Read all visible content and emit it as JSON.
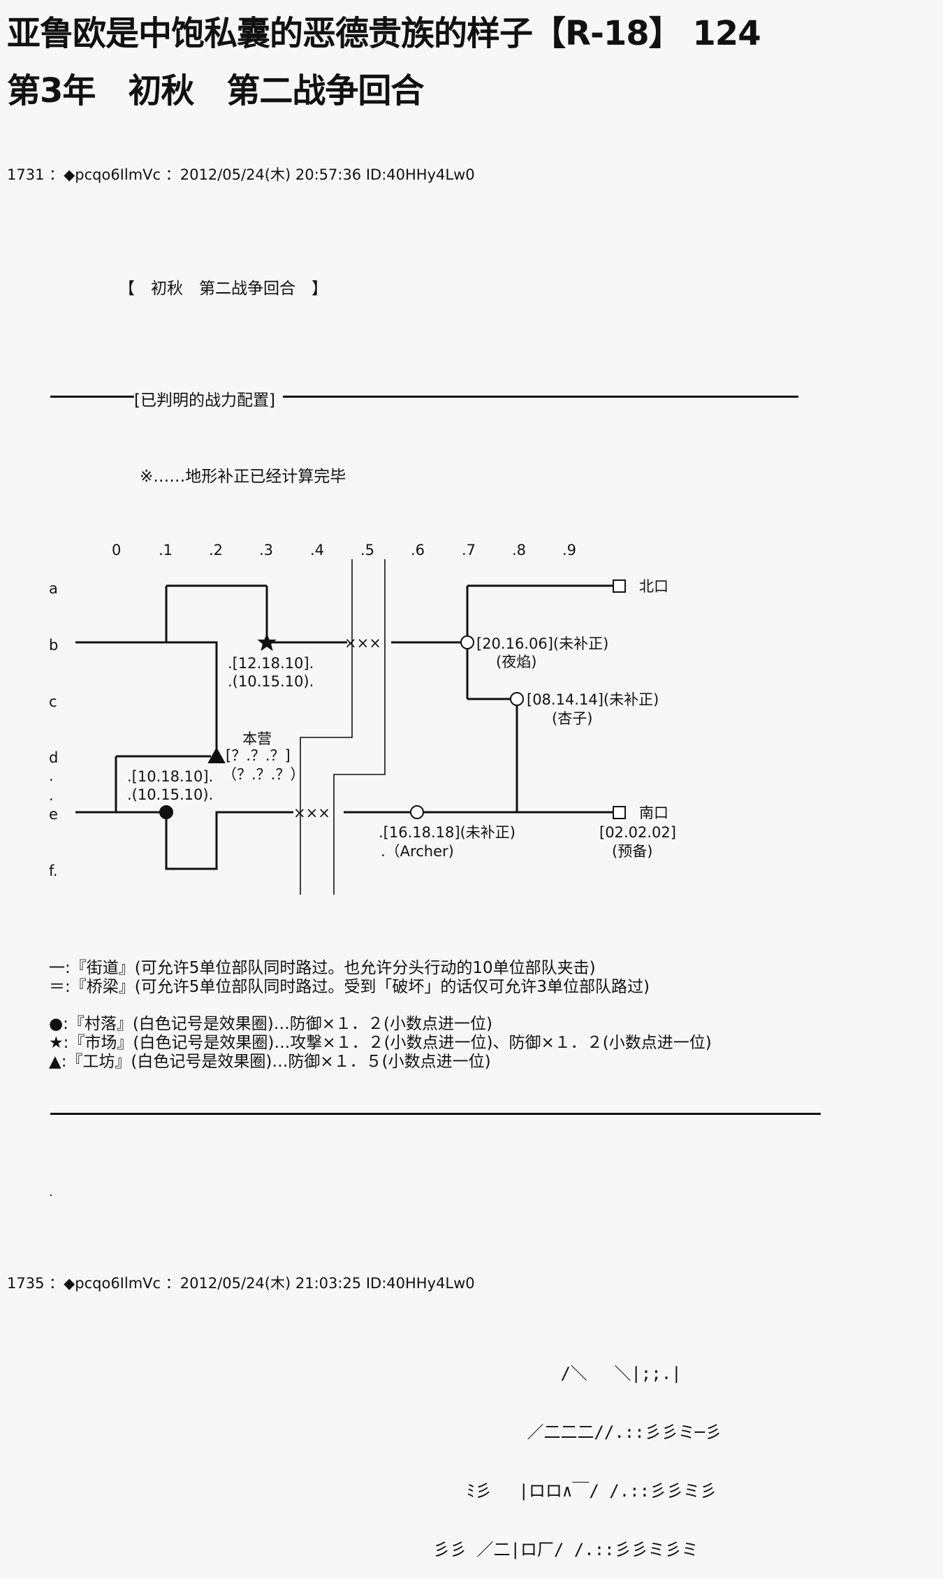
{
  "header": {
    "title": "亚鲁欧是中饱私囊的恶德贵族的样子【R-18】 124",
    "subtitle": "第3年　初秋　第二战争回合"
  },
  "posts": [
    {
      "header": "1731 ：◆pcqo6IlmVc ：2012/05/24(木) 20:57:36 ID:40HHy4Lw0"
    },
    {
      "header": "1735 ：◆pcqo6IlmVc ：2012/05/24(木) 21:03:25 ID:40HHy4Lw0"
    }
  ],
  "section_title": "【　初秋　第二战争回合　】",
  "divider_label": "[已判明的战力配置]",
  "note": "※……地形补正已经计算完毕",
  "map": {
    "col_labels": [
      "0",
      ".1",
      ".2",
      ".3",
      ".4",
      ".5",
      ".6",
      ".7",
      ".8",
      ".9"
    ],
    "row_labels": [
      "a",
      "b",
      "c",
      "d",
      ".",
      ".",
      "e",
      "f."
    ],
    "north_exit": "北口",
    "south_exit": "南口",
    "star_stats": [
      ".[12.18.10].",
      ".(10.15.10)."
    ],
    "hq_label": "本营",
    "hq_stats": [
      "[？.？.？]",
      "（？.？.？）"
    ],
    "village_stats": [
      ".[10.18.10].",
      ".(10.15.10)."
    ],
    "yan_stats": "[20.16.06](未补正)",
    "yan_name": "(夜焰)",
    "anzu_stats": "[08.14.14](未补正)",
    "anzu_name": "(杏子)",
    "archer_stats": ".[16.18.18](未补正)",
    "archer_name": ".（Archer)",
    "reserve_stats": "[02.02.02]",
    "reserve_name": "(预备)",
    "crossings": "×××"
  },
  "legend": [
    "一:『街道』(可允许5单位部队同时路过。也允许分头行动的10单位部队夹击)",
    "＝:『桥梁』(可允许5单位部队同时路过。受到「破坏」的话仅可允许3单位部队路过)",
    "●:『村落』(白色记号是效果圈)…防御×１．２(小数点进一位)",
    "★:『市场』(白色记号是效果圈)…攻撃×１．２(小数点进一位)、防御×１．２(小数点进一位)",
    "▲:『工坊』(白色记号是效果圈)…防御×１．５(小数点进一位)"
  ],
  "dot": ".",
  "ascii_art": [
    "　　　　　　　 /＼ 　＼|;;.|",
    "　　　　　 ／二二二//.::彡彡ミ─彡",
    "　　ﾐ彡　 |ロロ∧￣/ /.::彡彡ミ彡",
    "彡彡 ／二|ロ厂/ /.::彡彡ミ彡ミ"
  ]
}
